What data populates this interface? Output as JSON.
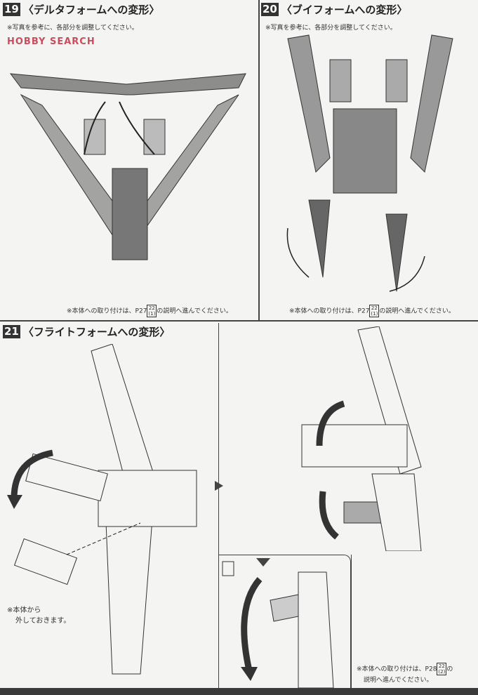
{
  "watermark": "HOBBY SEARCH",
  "steps": [
    {
      "num": "19",
      "title": "〈デルタフォームへの変形〉",
      "note": "※写真を参考に、各部分を調整してください。",
      "footer_pre": "※本体への取り付けは、P27",
      "footer_ref": "22",
      "footer_sub": "(1)",
      "footer_post": "の説明へ進んでください。"
    },
    {
      "num": "20",
      "title": "〈ブイフォームへの変形〉",
      "note": "※写真を参考に、各部分を調整してください。",
      "footer_pre": "※本体への取り付けは、P27",
      "footer_ref": "22",
      "footer_sub": "(1)",
      "footer_post": "の説明へ進んでください。"
    },
    {
      "num": "21",
      "title": "〈フライトフォームへの変形〉",
      "side_note_1": "※本体から",
      "side_note_2": "外しておきます。",
      "footer_pre": "※本体への取り付けは、P28",
      "footer_ref": "22",
      "footer_sub": "(2)",
      "footer_post": "の",
      "footer_post2": "説明へ進んでください。"
    }
  ],
  "colors": {
    "ink": "#333333",
    "paper": "#f4f4f2",
    "part": "#9a9a98"
  }
}
